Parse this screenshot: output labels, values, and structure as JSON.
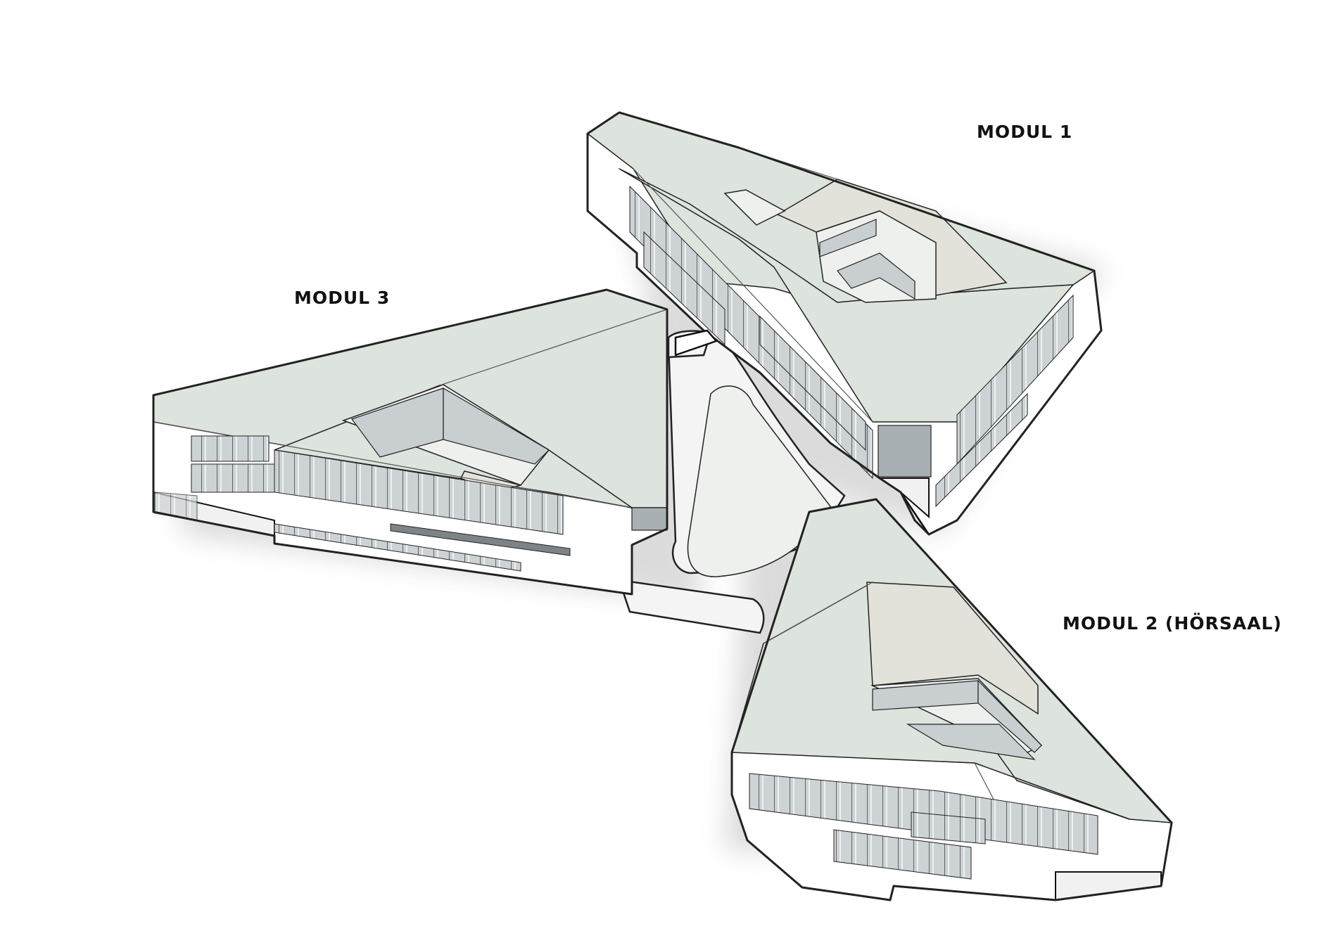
{
  "labels": {
    "modul_1": "MODUL 1",
    "modul_2": "MODUL 2 (HÖRSAAL)",
    "modul_3": "MODUL 3"
  },
  "colors": {
    "background": "#ffffff",
    "roof": "#dde3dd",
    "wall": "#ffffff",
    "glass": "#c9ced0",
    "line": "#111111"
  }
}
